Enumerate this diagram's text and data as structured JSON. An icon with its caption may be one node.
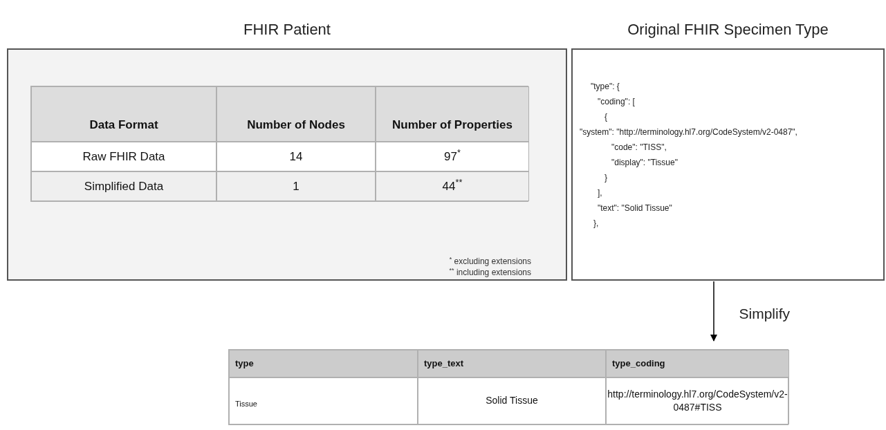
{
  "diagram": {
    "nodes": [
      {
        "text": [
          "FHIR Patient",
          "$^{*}$ excluding extensions",
          "$^{**}$ including extensions"
        ]
      },
      {
        "text": [
          "Data Format",
          "Number of Nodes",
          "Number of Properties",
          "Raw FHIR Data",
          "14",
          "97$^{*}$",
          "Simplified Data",
          "1",
          "44$^{**}$"
        ],
        "in": 0
      },
      {
        "text": [
          "Original FHIR Specimen Type",
          "\"type\": {",
          "\"coding\": [",
          "{",
          "\"system\": \"http://terminology.hl7.org/CodeSystem/v2-0487\",",
          "\"code\": \"TISS\",",
          "\"display\": \"Tissue\"",
          "}",
          "],",
          "\"text\": \"Solid Tissue\"",
          "},"
        ]
      },
      {
        "text": [
          "type",
          "type_text",
          "type_coding",
          "Tissue",
          "Solid Tissue",
          "http://terminology.hl7.org/CodeSystem/v2-0487#TISS"
        ]
      }
    ],
    "edges": [
      {
        "from": 2,
        "to": 3,
        "arrow": "to",
        "label": "Simplify"
      }
    ]
  }
}
